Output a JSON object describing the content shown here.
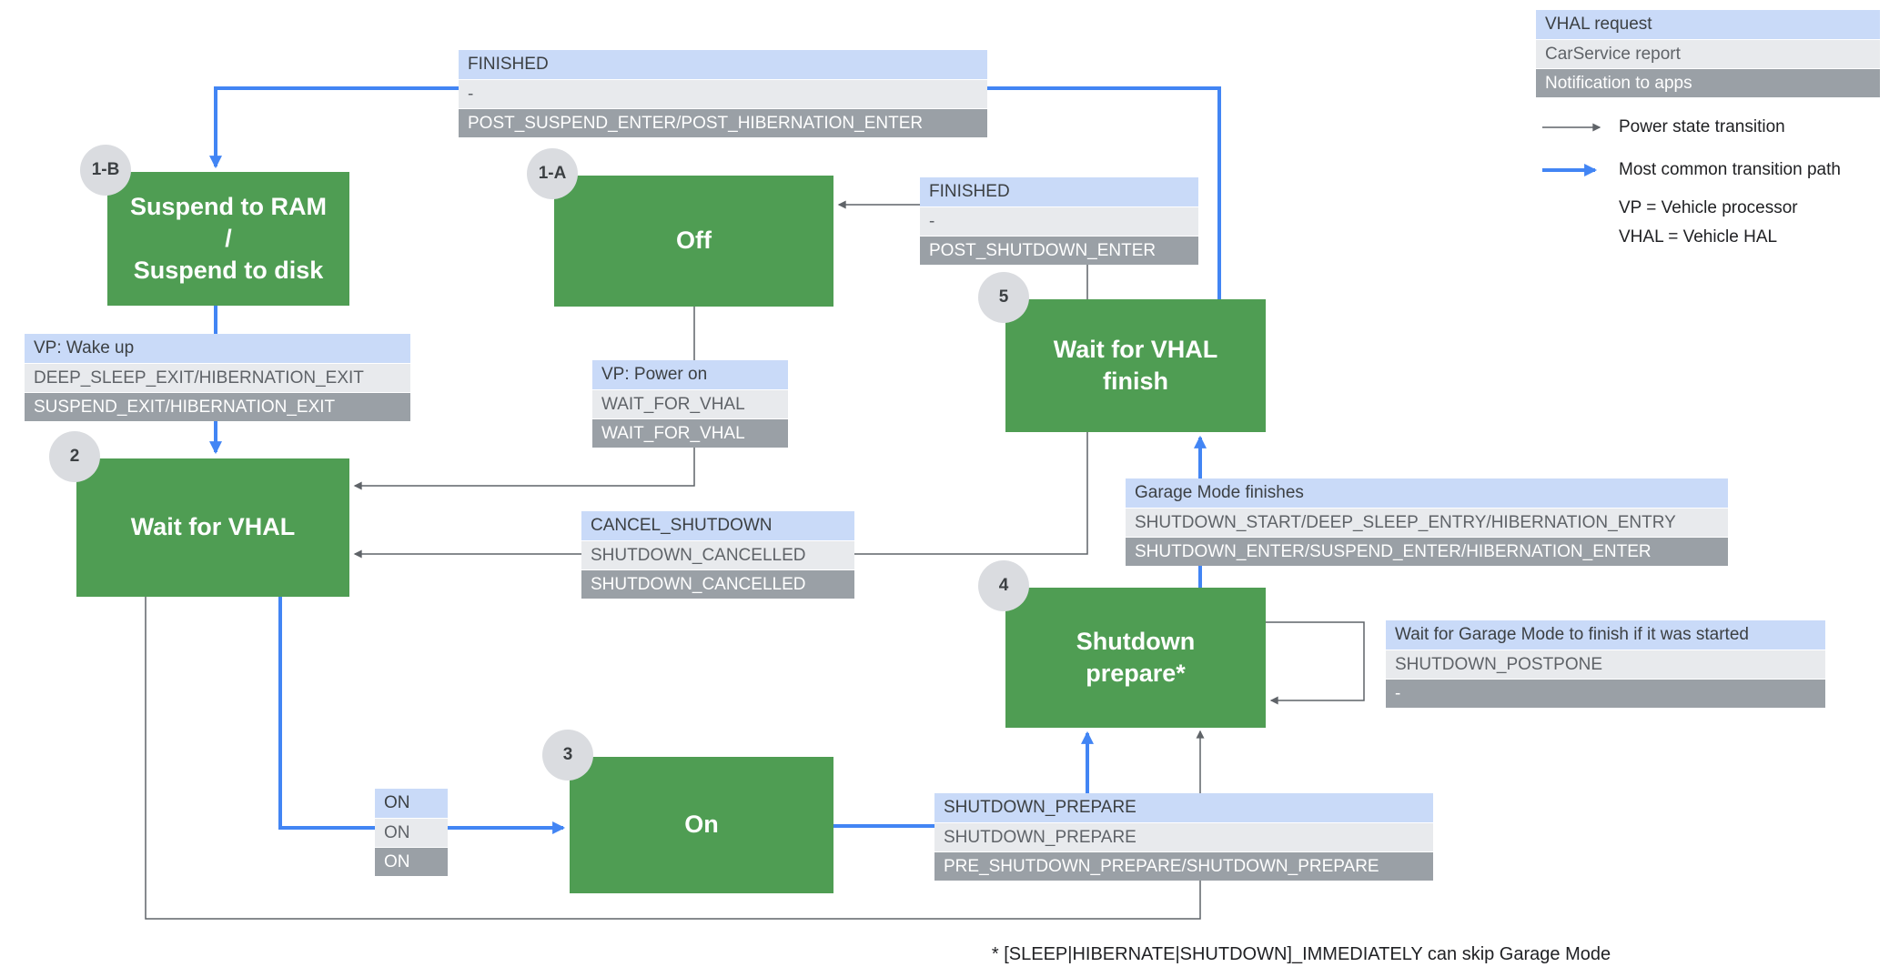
{
  "colors": {
    "state-green": "#4f9d53",
    "request-blue": "#c9daf8",
    "report-gray": "#e8eaed",
    "notification-gray": "#9aa0a6",
    "common-path-blue": "#4285f4",
    "transition-gray": "#5f6368",
    "badge-gray": "#dadce0",
    "text-dark": "#3c4043",
    "text-mid": "#5f6368"
  },
  "states": {
    "suspend": {
      "badge": "1-B",
      "lines": [
        "Suspend to RAM",
        "/",
        "Suspend to disk"
      ]
    },
    "off": {
      "badge": "1-A",
      "lines": [
        "Off"
      ]
    },
    "wait_vhal_finish": {
      "badge": "5",
      "lines": [
        "Wait for VHAL",
        "finish"
      ]
    },
    "wait_vhal": {
      "badge": "2",
      "lines": [
        "Wait for VHAL"
      ]
    },
    "shutdown_prepare": {
      "badge": "4",
      "lines": [
        "Shutdown",
        "prepare*"
      ]
    },
    "on": {
      "badge": "3",
      "lines": [
        "On"
      ]
    }
  },
  "transitions": {
    "finish_to_suspend": {
      "request": "FINISHED",
      "report": "-",
      "notification": "POST_SUSPEND_ENTER/POST_HIBERNATION_ENTER"
    },
    "finish_to_off": {
      "request": "FINISHED",
      "report": "-",
      "notification": "POST_SHUTDOWN_ENTER"
    },
    "suspend_to_wait_vhal": {
      "request": "VP: Wake up",
      "report": "DEEP_SLEEP_EXIT/HIBERNATION_EXIT",
      "notification": "SUSPEND_EXIT/HIBERNATION_EXIT"
    },
    "off_to_wait_vhal": {
      "request": "VP: Power on",
      "report": "WAIT_FOR_VHAL",
      "notification": "WAIT_FOR_VHAL"
    },
    "cancel_shutdown": {
      "request": "CANCEL_SHUTDOWN",
      "report": "SHUTDOWN_CANCELLED",
      "notification": "SHUTDOWN_CANCELLED"
    },
    "garage_mode_finishes": {
      "request": "Garage Mode finishes",
      "report": "SHUTDOWN_START/DEEP_SLEEP_ENTRY/HIBERNATION_ENTRY",
      "notification": "SHUTDOWN_ENTER/SUSPEND_ENTER/HIBERNATION_ENTER"
    },
    "shutdown_postpone": {
      "request": "Wait for Garage Mode to finish if it was started",
      "report": "SHUTDOWN_POSTPONE",
      "notification": "-"
    },
    "wait_vhal_to_on": {
      "request": "ON",
      "report": "ON",
      "notification": "ON"
    },
    "on_to_shutdown_prepare": {
      "request": "SHUTDOWN_PREPARE",
      "report": "SHUTDOWN_PREPARE",
      "notification": "PRE_SHUTDOWN_PREPARE/SHUTDOWN_PREPARE"
    }
  },
  "legend": {
    "vhal_request": "VHAL request",
    "carservice_report": "CarService report",
    "notification_to_apps": "Notification to apps",
    "power_state_transition": "Power state transition",
    "most_common_transition_path": "Most common transition path",
    "vp_abbreviation": "VP = Vehicle processor",
    "vhal_abbreviation": "VHAL = Vehicle HAL"
  },
  "footnote": "* [SLEEP|HIBERNATE|SHUTDOWN]_IMMEDIATELY can skip Garage Mode"
}
